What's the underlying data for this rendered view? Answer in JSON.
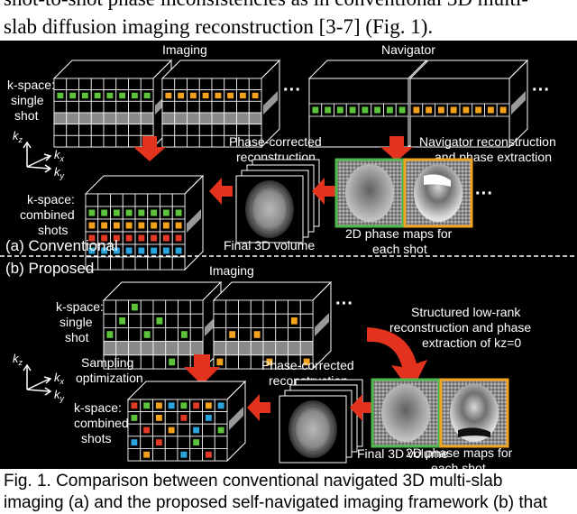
{
  "body_text": {
    "line1": "shot-to-shot phase inconsistencies as in conventional 3D multi-",
    "line2": "slab diffusion imaging reconstruction [3-7] (Fig. 1)."
  },
  "panel_a": {
    "label": "(a) Conventional",
    "imaging": "Imaging",
    "navigator": "Navigator",
    "kspace_single": [
      "k-space:",
      "single",
      "shot"
    ],
    "kspace_combined": [
      "k-space:",
      "combined",
      "shots"
    ],
    "phase_corrected": [
      "Phase-corrected",
      "reconstruction"
    ],
    "nav_recon": [
      "Navigator reconstruction",
      "and phase extraction"
    ],
    "final_volume": "Final 3D volume",
    "phase_maps": [
      "2D phase maps for",
      "each shot"
    ]
  },
  "panel_b": {
    "label": "(b) Proposed",
    "imaging": "Imaging",
    "kspace_single": [
      "k-space:",
      "single",
      "shot"
    ],
    "kspace_combined": [
      "k-space:",
      "combined",
      "shots"
    ],
    "sampling": [
      "Sampling",
      "optimization"
    ],
    "phase_corrected": [
      "Phase-corrected",
      "reconstruction"
    ],
    "structured": [
      "Structured low-rank",
      "reconstruction and phase",
      "extraction of kz=0"
    ],
    "final_volume": "Final 3D volume",
    "phase_maps": [
      "2D phase maps for",
      "each shot"
    ]
  },
  "axes": {
    "kz": "k",
    "kz_sub": "z",
    "kx": "k",
    "kx_sub": "x",
    "ky": "k",
    "ky_sub": "y"
  },
  "ellipsis": "···",
  "colors": {
    "green": "#5cc33b",
    "orange": "#f4a21c",
    "red": "#e23a26",
    "blue": "#2aa6de",
    "arrow": "#e3331e",
    "border_green": "#4fb84a",
    "border_orange": "#f0a521"
  },
  "caption": {
    "line1": "Fig. 1. Comparison between conventional navigated 3D multi-slab",
    "line2": "imaging (a) and the proposed self-navigated imaging framework (b) that"
  }
}
